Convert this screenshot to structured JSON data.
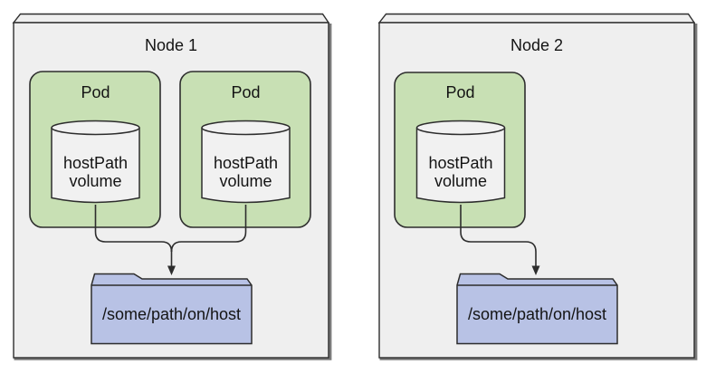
{
  "colors": {
    "background": "#ffffff",
    "node_fill": "#efefef",
    "pod_fill": "#c8e0b4",
    "cylinder_fill": "#f1f1f1",
    "folder_fill": "#b8c2e5",
    "stroke": "#2d2d2d",
    "shadow": "#7a7a7a",
    "text": "#141414"
  },
  "nodes": [
    {
      "title": "Node 1",
      "pods": [
        {
          "label": "Pod",
          "volume": {
            "line1": "hostPath",
            "line2": "volume"
          }
        },
        {
          "label": "Pod",
          "volume": {
            "line1": "hostPath",
            "line2": "volume"
          }
        }
      ],
      "host_path": "/some/path/on/host"
    },
    {
      "title": "Node 2",
      "pods": [
        {
          "label": "Pod",
          "volume": {
            "line1": "hostPath",
            "line2": "volume"
          }
        }
      ],
      "host_path": "/some/path/on/host"
    }
  ]
}
